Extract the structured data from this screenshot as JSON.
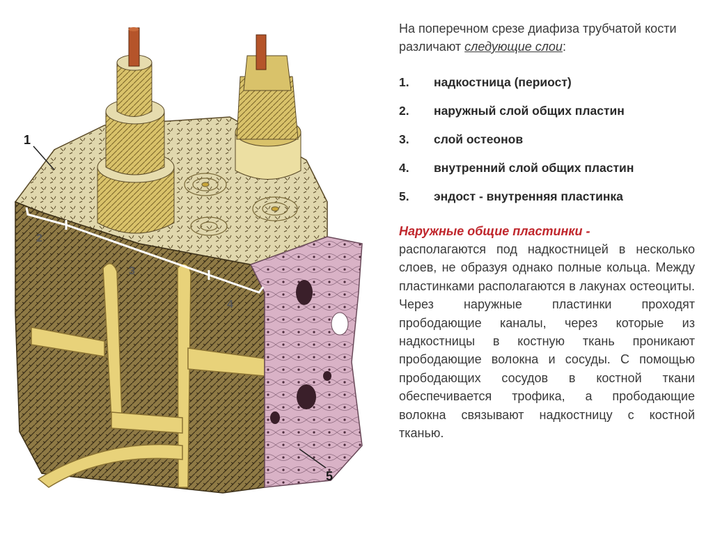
{
  "intro": {
    "text": "На поперечном срезе диафиза трубчатой кости различают ",
    "emph": "следующие слои",
    "suffix": ":"
  },
  "layers": [
    {
      "num": "1.",
      "label": "надкостница (периост)"
    },
    {
      "num": "2.",
      "label": "наружный слой общих пластин"
    },
    {
      "num": "3.",
      "label": "слой остеонов"
    },
    {
      "num": "4.",
      "label": "внутренний слой общих пластин"
    },
    {
      "num": "5.",
      "label": "эндост - внутренняя пластинка"
    }
  ],
  "section": {
    "heading": "Наружные общие пластинки -",
    "body": "располагаются под надкостницей в несколько слоев, не образуя однако полные кольца. Между пластинками располагаются в лакунах остеоциты. Через наружные пластинки проходят прободающие каналы, через которые из надкостницы в костную ткань проникают прободающие волокна и сосуды. С помощью прободающих сосудов в костной ткани обеспечивается трофика, а прободающие волокна связывают надкостницу с костной тканью."
  },
  "diagram_labels": {
    "l1": "1",
    "l2": "2",
    "l3": "3",
    "l4": "4",
    "l5": "5"
  },
  "colors": {
    "bone_dark": "#8a7440",
    "bone_light": "#d8c98f",
    "canal_yellow": "#e8d27a",
    "endosteum_pink": "#d9aec4",
    "accent_red": "#c0272d"
  }
}
